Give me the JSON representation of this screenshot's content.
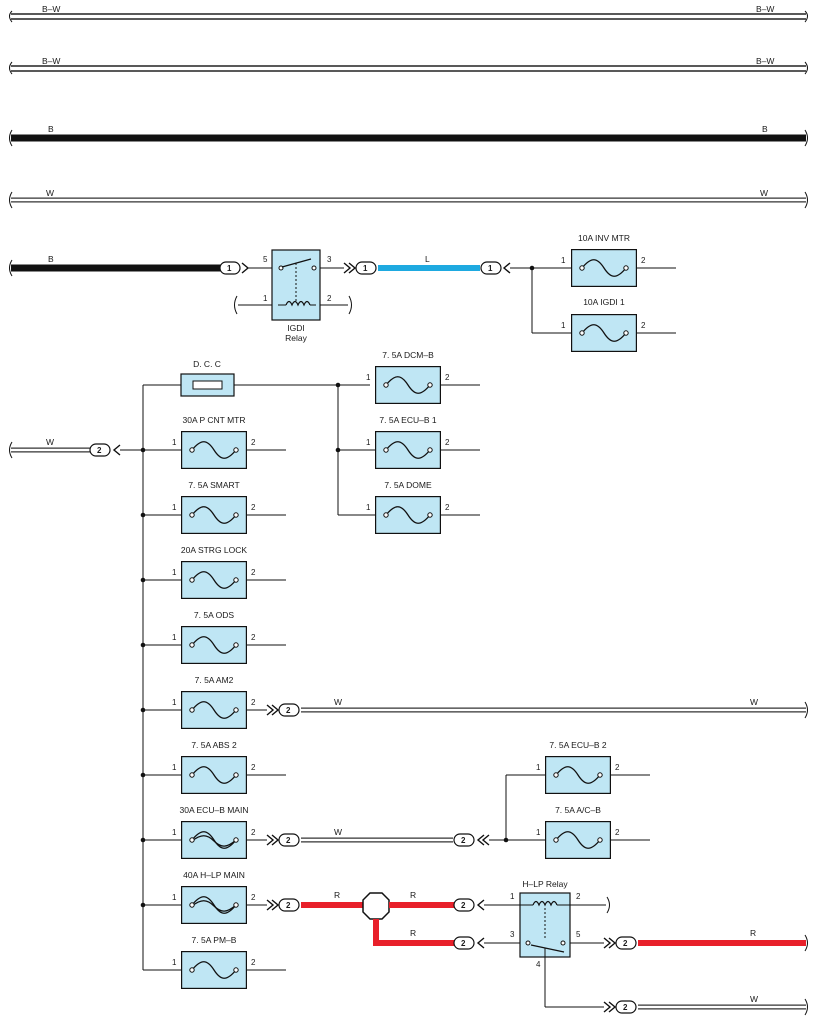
{
  "wire_colors": {
    "B": "#111111",
    "W": "#ffffff",
    "L": "#1ea9e0",
    "R": "#e8202a",
    "component_fill": "#bfe6f4"
  },
  "top_buses": [
    {
      "left": "B–W",
      "right": "B–W"
    },
    {
      "left": "B–W",
      "right": "B–W"
    },
    {
      "left": "B",
      "right": "B"
    },
    {
      "left": "W",
      "right": "W"
    }
  ],
  "igdi_row": {
    "wire_b_label": "B",
    "conn_in": "1",
    "relay_pin_5": "5",
    "relay_pin_3": "3",
    "relay_pin_1": "1",
    "relay_pin_2": "2",
    "relay_name": [
      "IGDI",
      "Relay"
    ],
    "conn_mid": "1",
    "wire_l_label": "L",
    "conn_right": "1"
  },
  "fuses_top_right": [
    {
      "name": "10A INV MTR",
      "pin1": "1",
      "pin2": "2"
    },
    {
      "name": "10A IGDI 1",
      "pin1": "1",
      "pin2": "2"
    }
  ],
  "dcc_block": {
    "name": "D. C. C",
    "fuses": [
      {
        "name": "7. 5A DCM–B",
        "pin1": "1",
        "pin2": "2"
      },
      {
        "name": "7. 5A ECU–B 1",
        "pin1": "1",
        "pin2": "2"
      },
      {
        "name": "7. 5A DOME",
        "pin1": "1",
        "pin2": "2"
      }
    ]
  },
  "feed": {
    "wire_label": "W",
    "conn": "2"
  },
  "left_fuses": [
    {
      "name": "30A P CNT MTR",
      "pin1": "1",
      "pin2": "2"
    },
    {
      "name": "7. 5A SMART",
      "pin1": "1",
      "pin2": "2"
    },
    {
      "name": "20A STRG LOCK",
      "pin1": "1",
      "pin2": "2"
    },
    {
      "name": "7. 5A ODS",
      "pin1": "1",
      "pin2": "2"
    },
    {
      "name": "7. 5A AM2",
      "pin1": "1",
      "pin2": "2"
    },
    {
      "name": "7. 5A ABS 2",
      "pin1": "1",
      "pin2": "2"
    },
    {
      "name": "30A ECU–B MAIN",
      "pin1": "1",
      "pin2": "2"
    },
    {
      "name": "40A H–LP MAIN",
      "pin1": "1",
      "pin2": "2"
    },
    {
      "name": "7. 5A PM–B",
      "pin1": "1",
      "pin2": "2"
    }
  ],
  "am2_out": {
    "conn": "2",
    "left": "W",
    "right": "W"
  },
  "ecub_out": {
    "conn_a": "2",
    "wire": "W",
    "conn_b": "2"
  },
  "right_fuses_low": [
    {
      "name": "7. 5A ECU–B 2",
      "pin1": "1",
      "pin2": "2"
    },
    {
      "name": "7. 5A A/C–B",
      "pin1": "1",
      "pin2": "2"
    }
  ],
  "hlp": {
    "conn_out": "2",
    "wire_r1": "R",
    "wire_r2": "R",
    "wire_r3": "R",
    "conn_a": "2",
    "conn_b": "2",
    "relay_name": "H–LP Relay",
    "pin_1": "1",
    "pin_2": "2",
    "pin_3": "3",
    "pin_4": "4",
    "pin_5": "5",
    "conn_out2": "2",
    "wire_r_out": "R",
    "conn_w": "2",
    "wire_w": "W"
  }
}
